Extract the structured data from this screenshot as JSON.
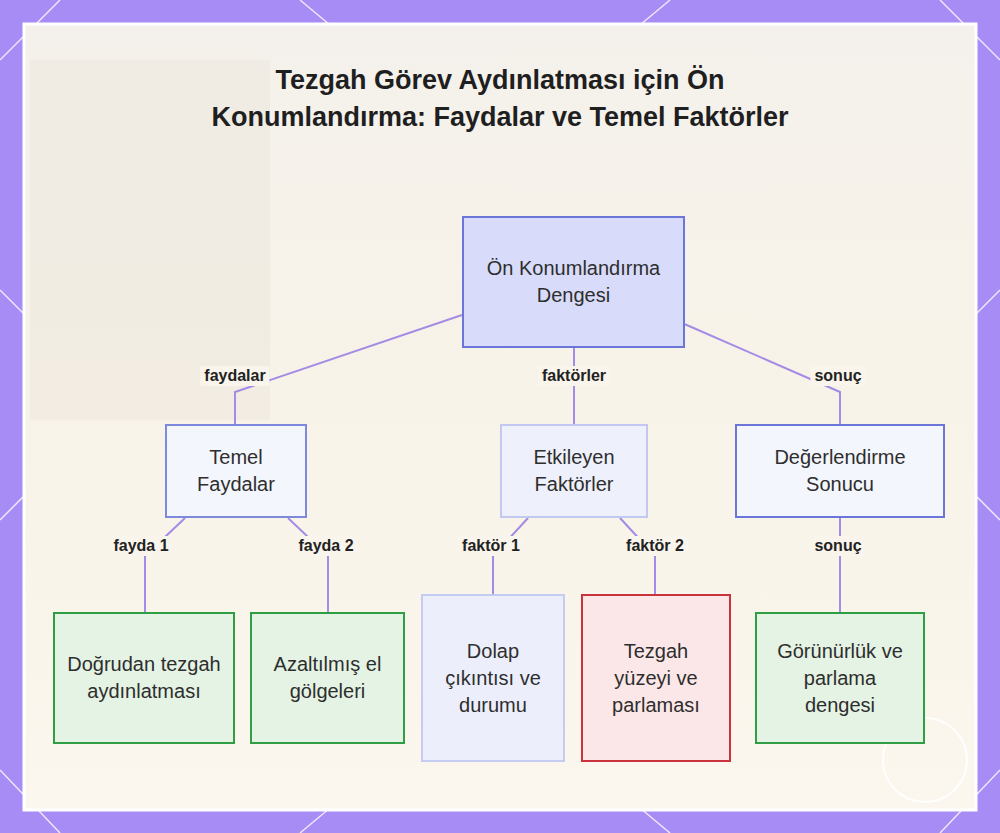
{
  "diagram": {
    "title": "Tezgah Görev Aydınlatması için Ön Konumlandırma: Faydalar ve Temel Faktörler",
    "nodes": [
      {
        "text": [
          "Ön Konumlandırma Dengesi"
        ]
      },
      {
        "text": [
          "Temel Faydalar"
        ]
      },
      {
        "text": [
          "Etkileyen Faktörler"
        ]
      },
      {
        "text": [
          "Değerlendirme Sonucu"
        ]
      },
      {
        "text": [
          "Doğrudan tezgah aydınlatması"
        ]
      },
      {
        "text": [
          "Azaltılmış el gölgeleri"
        ]
      },
      {
        "text": [
          "Dolap çıkıntısı ve durumu"
        ]
      },
      {
        "text": [
          "Tezgah yüzeyi ve parlaması"
        ]
      },
      {
        "text": [
          "Görünürlük ve parlama dengesi"
        ]
      }
    ],
    "edges": [
      {
        "from": 0,
        "to": 1,
        "label": "faydalar",
        "arrow": "none"
      },
      {
        "from": 0,
        "to": 2,
        "label": "faktörler",
        "arrow": "none"
      },
      {
        "from": 0,
        "to": 3,
        "label": "sonuç",
        "arrow": "none"
      },
      {
        "from": 1,
        "to": 4,
        "label": "fayda 1",
        "arrow": "none"
      },
      {
        "from": 1,
        "to": 5,
        "label": "fayda 2",
        "arrow": "none"
      },
      {
        "from": 2,
        "to": 6,
        "label": "faktör 1",
        "arrow": "none"
      },
      {
        "from": 2,
        "to": 7,
        "label": "faktör 2",
        "arrow": "none"
      },
      {
        "from": 3,
        "to": 8,
        "label": "sonuç",
        "arrow": "none"
      }
    ]
  }
}
